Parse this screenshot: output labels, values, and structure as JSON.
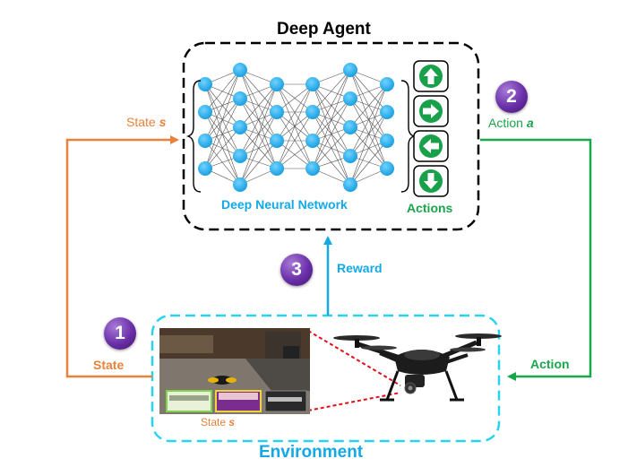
{
  "agent": {
    "title": "Deep Agent",
    "network_label": "Deep Neural Network",
    "actions_label": "Actions",
    "action_icons": [
      "arrow-up-icon",
      "arrow-right-icon",
      "arrow-left-icon",
      "arrow-down-icon"
    ]
  },
  "environment": {
    "title": "Environment",
    "state_caption_prefix": "State ",
    "state_caption_var": "s"
  },
  "edges": {
    "state_top_prefix": "State ",
    "state_top_var": "s",
    "action_top_prefix": "Action ",
    "action_top_var": "a",
    "reward_label": "Reward",
    "state_bottom_label": "State",
    "action_bottom_label": "Action"
  },
  "steps": [
    "1",
    "2",
    "3"
  ],
  "colors": {
    "state": "#e8813b",
    "action": "#1aa64a",
    "reward": "#13a9e6",
    "node": "#1fb0ee",
    "badge": "#6a2fa8",
    "agent_border": "#000000",
    "environment_border": "#29d3f0"
  },
  "images": [
    "drone-camera-view",
    "quadcopter-drone"
  ]
}
